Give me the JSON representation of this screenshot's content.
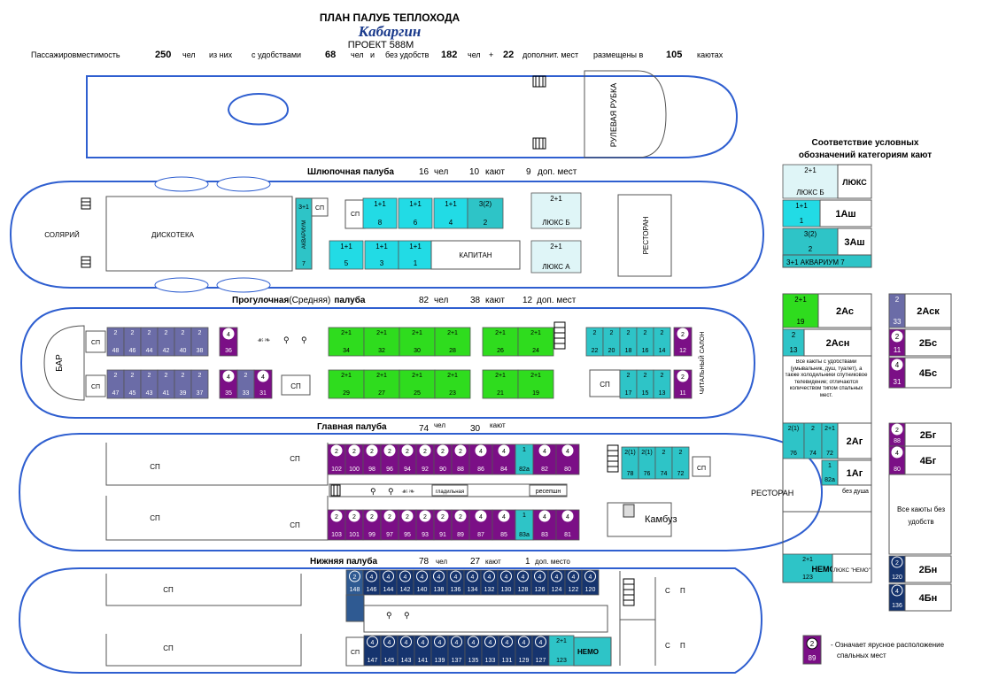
{
  "header": {
    "title": "ПЛАН ПАЛУБ ТЕПЛОХОДА",
    "ship_name": "Кабаргин",
    "project": "ПРОЕКТ 588М"
  },
  "capacity": [
    "Пассажировместимость",
    "250",
    "чел",
    "из них",
    "с удобствами",
    "68",
    "чел",
    "и",
    "без удобств",
    "182",
    "чел",
    "+",
    "22",
    "дополнит. мест",
    "размещены в",
    "105",
    "каютах"
  ],
  "colors": {
    "outline": "#2f5fd0",
    "lux_b": "#dff5f7",
    "cyan": "#22dbe5",
    "teal": "#2ec4c7",
    "green": "#2fdc1e",
    "slate": "#6b6ca7",
    "purple": "#7b0f86",
    "navy": "#16346e",
    "steel": "#2f5a92"
  },
  "decks": {
    "wheelhouse": {
      "label": "РУЛЕВАЯ РУБКА"
    },
    "boat": {
      "title": "Шлюпочная палуба",
      "stats": [
        "16",
        "чел",
        "10",
        "кают",
        "9",
        "доп. мест"
      ],
      "rooms": [
        "СОЛЯРИЙ",
        "ДИСКОТЕКА",
        "АКВАРИУМ",
        "СП",
        "СП",
        "КАПИТАН",
        "РЕСТОРАН"
      ],
      "cabins_top": [
        {
          "cap": "1+1",
          "no": "8"
        },
        {
          "cap": "1+1",
          "no": "6"
        },
        {
          "cap": "1+1",
          "no": "4"
        },
        {
          "cap": "3(2)",
          "no": "2"
        },
        {
          "cap": "2+1",
          "no": "ЛЮКС Б"
        }
      ],
      "cabins_bottom": [
        {
          "cap": "1+1",
          "no": "5"
        },
        {
          "cap": "1+1",
          "no": "3"
        },
        {
          "cap": "1+1",
          "no": "1"
        },
        {
          "cap": "2+1",
          "no": "ЛЮКС А"
        }
      ],
      "aquarium_cabin": {
        "cap": "3+1",
        "no": "7"
      }
    },
    "promenade": {
      "title_a": "Прогулочная",
      "title_b": "(Средняя)",
      "title_c": "палуба",
      "stats": [
        "82",
        "чел",
        "38",
        "кают",
        "12",
        "доп. мест"
      ],
      "rooms": [
        "БАР",
        "СП",
        "СП",
        "СП",
        "СП",
        "ЧИТАЛЬНЫЙ САЛОН"
      ],
      "row_top": [
        {
          "cap": "2",
          "no": "48"
        },
        {
          "cap": "2",
          "no": "46"
        },
        {
          "cap": "2",
          "no": "44"
        },
        {
          "cap": "2",
          "no": "42"
        },
        {
          "cap": "2",
          "no": "40"
        },
        {
          "cap": "2",
          "no": "38"
        },
        {
          "cap": "4",
          "no": "36"
        },
        {
          "cap": "2+1",
          "no": "34"
        },
        {
          "cap": "2+1",
          "no": "32"
        },
        {
          "cap": "2+1",
          "no": "30"
        },
        {
          "cap": "2+1",
          "no": "28"
        },
        {
          "cap": "2+1",
          "no": "26"
        },
        {
          "cap": "2+1",
          "no": "24"
        },
        {
          "cap": "2",
          "no": "22"
        },
        {
          "cap": "2",
          "no": "20"
        },
        {
          "cap": "2",
          "no": "18"
        },
        {
          "cap": "2",
          "no": "16"
        },
        {
          "cap": "2",
          "no": "14"
        },
        {
          "cap": "2",
          "no": "12"
        }
      ],
      "row_bottom": [
        {
          "cap": "2",
          "no": "47"
        },
        {
          "cap": "2",
          "no": "45"
        },
        {
          "cap": "2",
          "no": "43"
        },
        {
          "cap": "2",
          "no": "41"
        },
        {
          "cap": "2",
          "no": "39"
        },
        {
          "cap": "2",
          "no": "37"
        },
        {
          "cap": "4",
          "no": "35"
        },
        {
          "cap": "2",
          "no": "33"
        },
        {
          "cap": "4",
          "no": "31"
        },
        {
          "cap": "2+1",
          "no": "29"
        },
        {
          "cap": "2+1",
          "no": "27"
        },
        {
          "cap": "2+1",
          "no": "25"
        },
        {
          "cap": "2+1",
          "no": "23"
        },
        {
          "cap": "2+1",
          "no": "21"
        },
        {
          "cap": "2+1",
          "no": "19"
        },
        {
          "cap": "2",
          "no": "17"
        },
        {
          "cap": "2",
          "no": "15"
        },
        {
          "cap": "2",
          "no": "13"
        },
        {
          "cap": "2",
          "no": "11"
        }
      ]
    },
    "main": {
      "title": "Главная палуба",
      "stats": [
        "74",
        "чел",
        "30",
        "кают"
      ],
      "rooms": [
        "СП",
        "СП",
        "СП",
        "СП",
        "СП",
        "РЕСТОРАН",
        "Камбуз",
        "гладильная",
        "ресепшн"
      ],
      "row_top": [
        {
          "cap": "2",
          "no": "102"
        },
        {
          "cap": "2",
          "no": "100"
        },
        {
          "cap": "2",
          "no": "98"
        },
        {
          "cap": "2",
          "no": "96"
        },
        {
          "cap": "2",
          "no": "94"
        },
        {
          "cap": "2",
          "no": "92"
        },
        {
          "cap": "2",
          "no": "90"
        },
        {
          "cap": "2",
          "no": "88"
        },
        {
          "cap": "4",
          "no": "86"
        },
        {
          "cap": "4",
          "no": "84"
        },
        {
          "cap": "1",
          "no": "82а"
        },
        {
          "cap": "4",
          "no": "82"
        },
        {
          "cap": "4",
          "no": "80"
        },
        {
          "cap": "2(1)",
          "no": "78"
        },
        {
          "cap": "2(1)",
          "no": "76"
        },
        {
          "cap": "2",
          "no": "74"
        },
        {
          "cap": "2",
          "no": "72"
        }
      ],
      "row_bottom": [
        {
          "cap": "2",
          "no": "103"
        },
        {
          "cap": "2",
          "no": "101"
        },
        {
          "cap": "2",
          "no": "99"
        },
        {
          "cap": "2",
          "no": "97"
        },
        {
          "cap": "2",
          "no": "95"
        },
        {
          "cap": "2",
          "no": "93"
        },
        {
          "cap": "2",
          "no": "91"
        },
        {
          "cap": "2",
          "no": "89"
        },
        {
          "cap": "4",
          "no": "87"
        },
        {
          "cap": "4",
          "no": "85"
        },
        {
          "cap": "1",
          "no": "83а"
        },
        {
          "cap": "4",
          "no": "83"
        },
        {
          "cap": "4",
          "no": "81"
        }
      ]
    },
    "lower": {
      "title": "Нижняя палуба",
      "stats": [
        "78",
        "чел",
        "27",
        "кают",
        "1",
        "доп. место"
      ],
      "rooms": [
        "СП",
        "СП",
        "СП",
        "С",
        "П",
        "С",
        "П"
      ],
      "row_top": [
        {
          "cap": "2",
          "no": "148"
        },
        {
          "cap": "4",
          "no": "146"
        },
        {
          "cap": "4",
          "no": "144"
        },
        {
          "cap": "4",
          "no": "142"
        },
        {
          "cap": "4",
          "no": "140"
        },
        {
          "cap": "4",
          "no": "138"
        },
        {
          "cap": "4",
          "no": "136"
        },
        {
          "cap": "4",
          "no": "134"
        },
        {
          "cap": "4",
          "no": "132"
        },
        {
          "cap": "4",
          "no": "130"
        },
        {
          "cap": "4",
          "no": "128"
        },
        {
          "cap": "4",
          "no": "126"
        },
        {
          "cap": "4",
          "no": "124"
        },
        {
          "cap": "4",
          "no": "122"
        },
        {
          "cap": "4",
          "no": "120"
        }
      ],
      "row_bottom": [
        {
          "cap": "4",
          "no": "147"
        },
        {
          "cap": "4",
          "no": "145"
        },
        {
          "cap": "4",
          "no": "143"
        },
        {
          "cap": "4",
          "no": "141"
        },
        {
          "cap": "4",
          "no": "139"
        },
        {
          "cap": "4",
          "no": "137"
        },
        {
          "cap": "4",
          "no": "135"
        },
        {
          "cap": "4",
          "no": "133"
        },
        {
          "cap": "4",
          "no": "131"
        },
        {
          "cap": "4",
          "no": "129"
        },
        {
          "cap": "4",
          "no": "127"
        },
        {
          "cap": "2+1",
          "no": "123"
        }
      ],
      "nemo_label": "НЕМО"
    }
  },
  "legend": {
    "title_1": "Соответствие условных",
    "title_2": "обозначений категориям кают",
    "items": [
      {
        "cap": "2+1",
        "no": "ЛЮКС Б",
        "cat": "ЛЮКС"
      },
      {
        "cap": "1+1",
        "no": "1",
        "cat": "1Аш"
      },
      {
        "cap": "3(2)",
        "no": "2",
        "cat": "3Аш"
      },
      {
        "cap": "3+1",
        "no": "7",
        "name": "АКВАРИУМ"
      },
      {
        "cap": "2+1",
        "no": "19",
        "cat": "2Ас"
      },
      {
        "cap": "2",
        "no": "13",
        "cat": "2Асн"
      },
      {
        "cap": "2",
        "no": "33",
        "cat": "2Аск"
      },
      {
        "cap": "2",
        "no": "11",
        "cat": "2Бс"
      },
      {
        "cap": "4",
        "no": "31",
        "cat": "4Бс"
      },
      {
        "cap": "2(1)",
        "no": "76",
        "cat": "2Аг"
      },
      {
        "cap": "2",
        "no": "74"
      },
      {
        "cap": "2+1",
        "no": "72"
      },
      {
        "cap": "1",
        "no": "82а",
        "cat": "1Аг"
      },
      {
        "cap": "2",
        "no": "88",
        "cat": "2Бг"
      },
      {
        "cap": "4",
        "no": "80",
        "cat": "4Бг"
      },
      {
        "cap": "2+1",
        "no": "123",
        "cat": "НЕМО",
        "name": "ЛЮКС \"НЕМО\""
      },
      {
        "cap": "2",
        "no": "120",
        "cat": "2Бн"
      },
      {
        "cap": "4",
        "no": "136",
        "cat": "4Бн"
      }
    ],
    "note_amenities": "Все каюты с удобствами (умывальник, душ, туалет), а также холодильники спутниковое телевидение; отличаются количеством типом спальных мест.",
    "no_shower": "без душа",
    "no_amenities_1": "Все каюты без",
    "no_amenities_2": "удобств",
    "bunk_note_1": "- Означает ярусное расположение",
    "bunk_note_2": "спальных мест",
    "bunk_example": {
      "cap": "2",
      "no": "89"
    }
  }
}
